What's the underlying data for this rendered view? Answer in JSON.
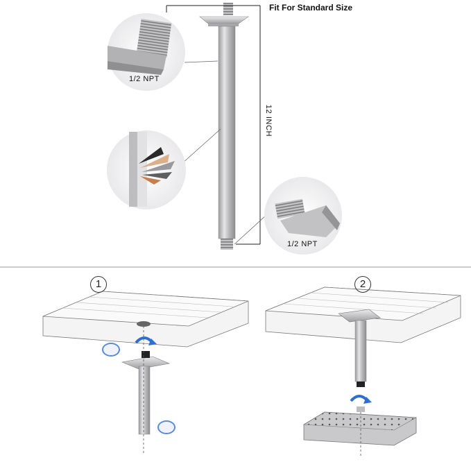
{
  "header": {
    "title": "Fit For Standard Size"
  },
  "dimensions": {
    "length_label": "12 INCH"
  },
  "callouts": {
    "top_thread": "1/2 NPT",
    "bottom_thread": "1/2 NPT"
  },
  "steps": {
    "step1": "1",
    "step2": "2"
  },
  "colors": {
    "metal": "#c9c9cb",
    "arrow": "#2f6fd0",
    "ceiling": "#f4f4f4",
    "divider": "#999999"
  }
}
